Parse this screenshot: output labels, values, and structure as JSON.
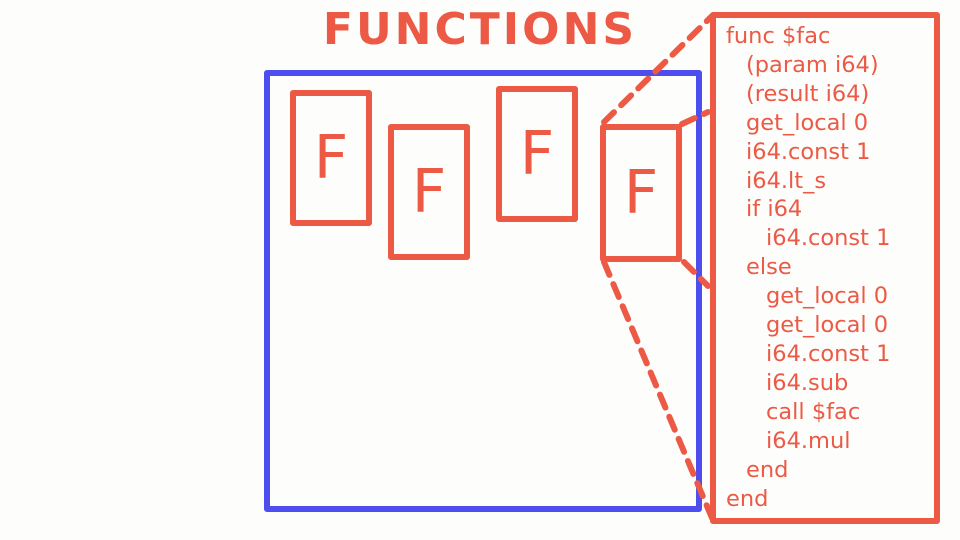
{
  "title": "FUNCTIONS",
  "function_boxes": [
    {
      "label": "F"
    },
    {
      "label": "F"
    },
    {
      "label": "F"
    },
    {
      "label": "F"
    }
  ],
  "code_lines": [
    {
      "text": "func $fac",
      "indent": 0
    },
    {
      "text": "(param i64)",
      "indent": 1
    },
    {
      "text": "(result i64)",
      "indent": 1
    },
    {
      "text": "get_local 0",
      "indent": 1
    },
    {
      "text": "i64.const 1",
      "indent": 1
    },
    {
      "text": "i64.lt_s",
      "indent": 1
    },
    {
      "text": "if i64",
      "indent": 1
    },
    {
      "text": "i64.const 1",
      "indent": 2
    },
    {
      "text": "else",
      "indent": 1
    },
    {
      "text": "get_local 0",
      "indent": 2
    },
    {
      "text": "get_local 0",
      "indent": 2
    },
    {
      "text": "i64.const 1",
      "indent": 2
    },
    {
      "text": "i64.sub",
      "indent": 2
    },
    {
      "text": "call $fac",
      "indent": 2
    },
    {
      "text": "i64.mul",
      "indent": 2
    },
    {
      "text": "end",
      "indent": 1
    },
    {
      "text": "end",
      "indent": 0
    }
  ],
  "colors": {
    "accent_red": "#ec5a45",
    "module_blue": "#4e4ded",
    "background": "#fdfdfc"
  }
}
